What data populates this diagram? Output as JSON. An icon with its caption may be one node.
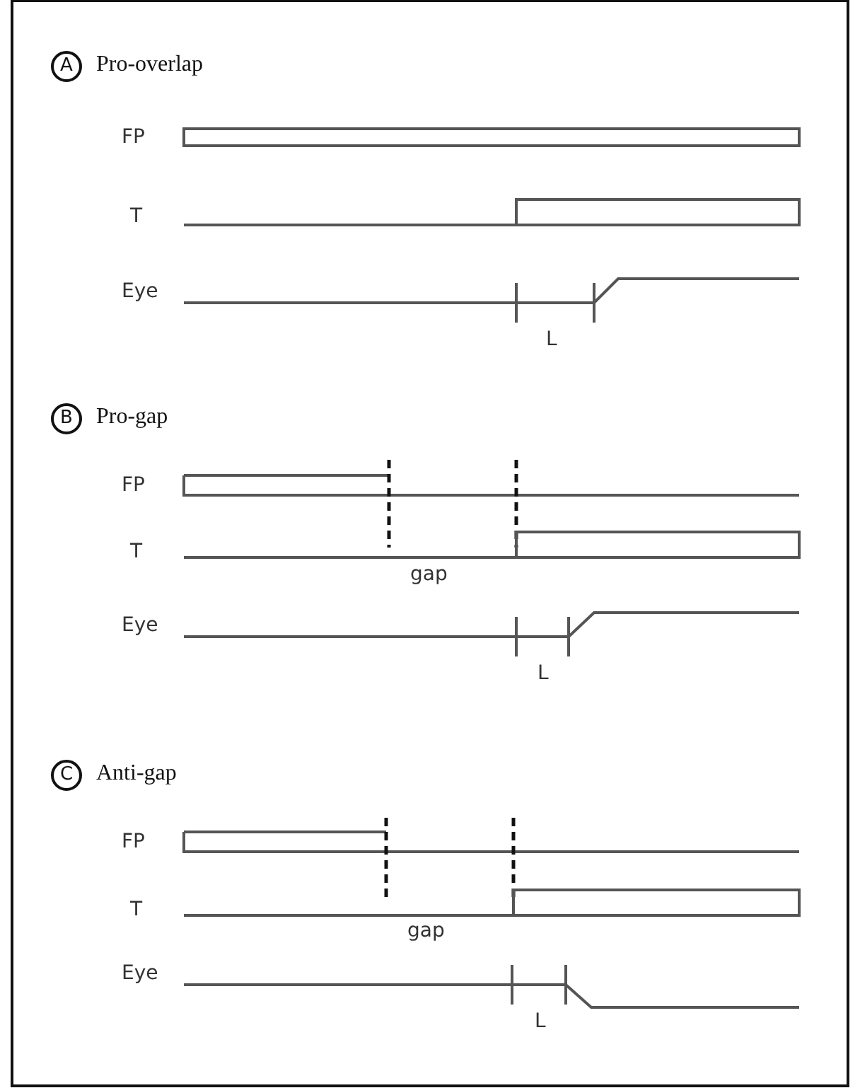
{
  "diagram": {
    "nodes": [
      {
        "text": [
          "A"
        ],
        "beside": [
          "Pro-overlap"
        ]
      },
      {
        "text": [
          "B"
        ],
        "beside": [
          "Pro-gap"
        ]
      },
      {
        "text": [
          "C"
        ],
        "beside": [
          "Anti-gap"
        ]
      }
    ],
    "labels": [
      "FP",
      "T",
      "Eye",
      "L",
      "FP",
      "T",
      "gap",
      "Eye",
      "L",
      "FP",
      "T",
      "gap",
      "Eye",
      "L"
    ]
  }
}
